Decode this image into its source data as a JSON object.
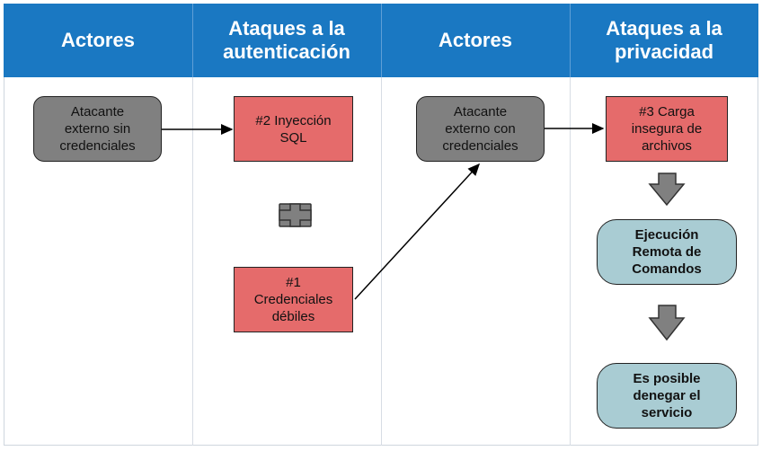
{
  "headers": [
    {
      "label": "Actores"
    },
    {
      "label": "Ataques a la autenticación"
    },
    {
      "label": "Actores"
    },
    {
      "label": "Ataques a la privacidad"
    }
  ],
  "nodes": {
    "actor_no_creds": "Atacante externo sin credenciales",
    "sql_injection": "#2 Inyección SQL",
    "weak_creds": "#1 Credenciales débiles",
    "actor_with_creds": "Atacante externo con credenciales",
    "file_upload": "#3 Carga insegura de archivos",
    "rce": "Ejecución Remota de Comandos",
    "dos": "Es posible denegar el servicio"
  },
  "colors": {
    "header": "#1a78c2",
    "actor": "#808080",
    "attack": "#e56b6b",
    "result": "#a9ccd3",
    "connector": "#808080"
  },
  "icons": [
    "plus-icon",
    "down-arrow-icon"
  ]
}
